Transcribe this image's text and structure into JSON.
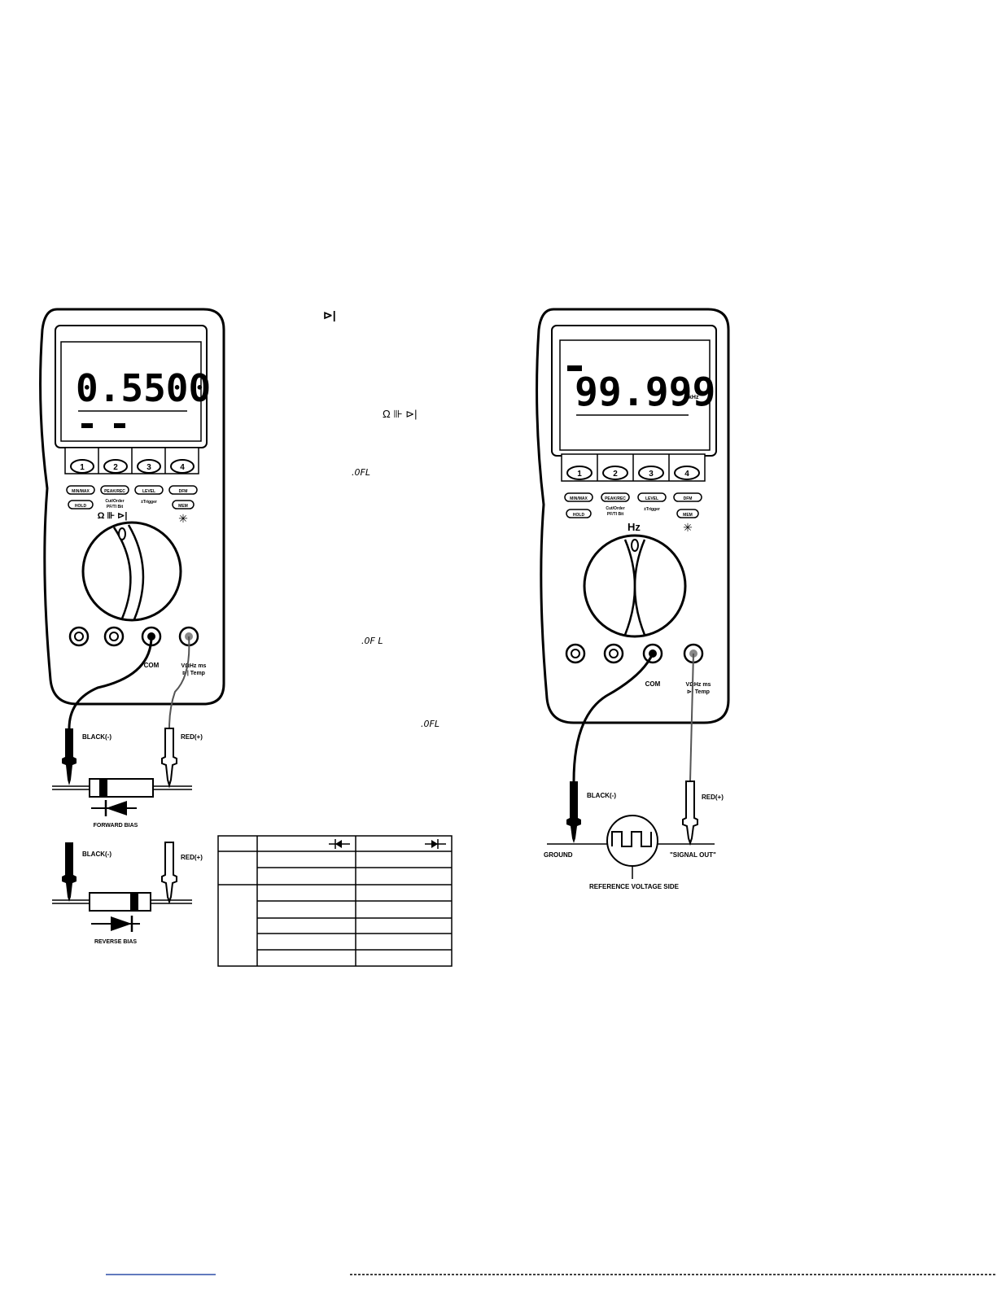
{
  "left_meter": {
    "display_value": "0.5500",
    "softkeys": [
      "1",
      "2",
      "3",
      "4"
    ],
    "buttons": {
      "b1": "MIN/MAX",
      "b2": "PEAK/REC",
      "b3": "LEVEL",
      "b4": "DFM",
      "b5": "HOLD",
      "b6": "MEM",
      "sub1": "Cut/Order",
      "sub2": "PF/TI Bit",
      "sub3": "±Trigger"
    },
    "dial_label": "Ω ⊪ ⊳|",
    "terminal_com": "COM",
    "terminal_v": "VΩHz ms",
    "terminal_v2": "⊳| Temp"
  },
  "right_meter": {
    "display_value": "99.999",
    "display_unit": "kHz",
    "softkeys": [
      "1",
      "2",
      "3",
      "4"
    ],
    "dial_label": "Hz",
    "terminal_com": "COM",
    "terminal_v": "VΩHz ms",
    "terminal_v2": "⊳| Temp"
  },
  "probes": {
    "black": "BLACK(-)",
    "red": "RED(+)"
  },
  "captions": {
    "forward_bias": "FORWARD BIAS",
    "reverse_bias": "REVERSE BIAS",
    "ground": "GROUND",
    "signal_out": "\"SIGNAL OUT\"",
    "reference_voltage": "REFERENCE VOLTAGE SIDE"
  },
  "text_fragments": {
    "diode_symbol_top": "⊳|",
    "mode_symbols": "Ω  ⊪  ⊳|",
    "ofl_1": ".0FL",
    "ofl_2": ".0F L",
    "ofl_3": ".0FL"
  }
}
